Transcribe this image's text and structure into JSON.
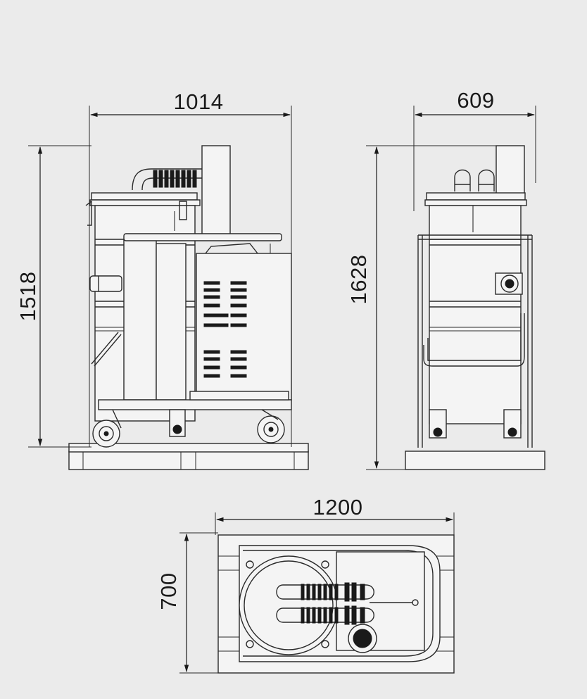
{
  "dimensions": {
    "front_width": "1014",
    "front_height": "1518",
    "side_width": "609",
    "side_height": "1628",
    "top_length": "1200",
    "top_depth": "700"
  }
}
